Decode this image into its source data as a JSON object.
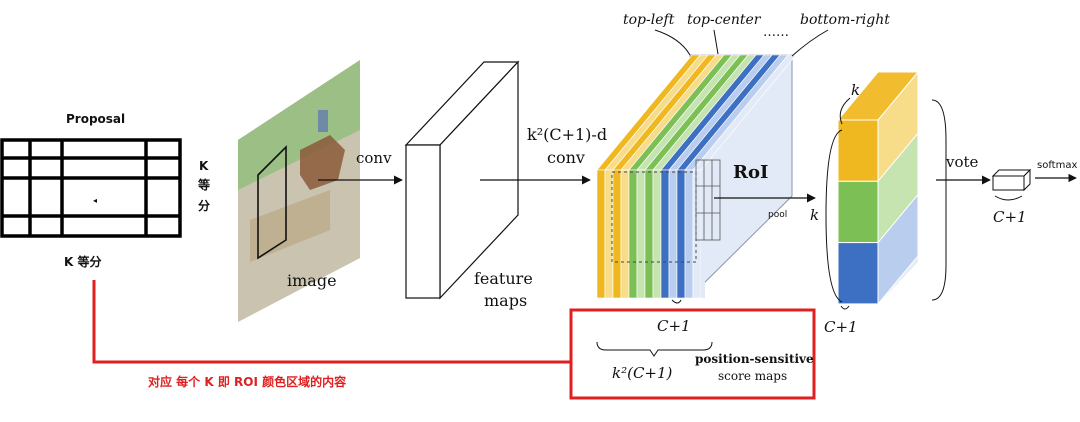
{
  "proposal": {
    "title": "Proposal",
    "k_side": "K",
    "deng": "等",
    "fen": "分",
    "bottom_label": "K 等分"
  },
  "labels": {
    "image": "image",
    "conv": "conv",
    "feature": "feature",
    "maps": "maps",
    "kconv_line1": "k²(C+1)-d",
    "kconv_line2": "conv",
    "top_left": "top-left",
    "top_center": "top-center",
    "dots": "……",
    "bottom_right": "bottom-right",
    "roi": "RoI",
    "pool": "pool",
    "k_top": "k",
    "k_side": "k",
    "c1_under_maps": "C+1",
    "c1_under_vote": "C+1",
    "c1_out": "C+1",
    "vote": "vote",
    "softmax": "softmax"
  },
  "box": {
    "k2c1": "k²(C+1)",
    "ps_line1": "position-sensitive",
    "ps_line2": "score maps"
  },
  "annotation": {
    "text": "对应 每个 K 即 ROI 颜色区域的内容",
    "color": "#e02020"
  },
  "colors": {
    "yellow": "#f0b820",
    "green": "#7cbf55",
    "blue": "#3d6fc2",
    "light_yellow": "#f7dd8a",
    "light_green": "#c5e4b0",
    "light_blue": "#b9cdee",
    "pale": "#e3eaf7",
    "red": "#e02020"
  }
}
